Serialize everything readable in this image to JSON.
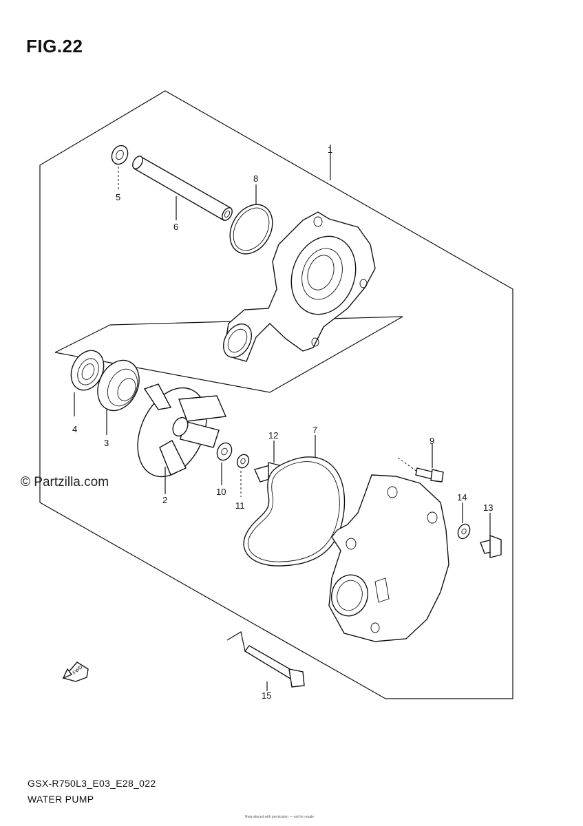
{
  "figure": {
    "title": "FIG.22",
    "code": "GSX-R750L3_E03_E28_022",
    "name": "WATER PUMP",
    "copyright": "Reproduced with permission — not for resale"
  },
  "watermark": "© Partzilla.com",
  "fwd_label": "FWD",
  "callouts": [
    {
      "id": "1",
      "label": "1"
    },
    {
      "id": "2",
      "label": "2"
    },
    {
      "id": "3",
      "label": "3"
    },
    {
      "id": "4",
      "label": "4"
    },
    {
      "id": "5",
      "label": "5"
    },
    {
      "id": "6",
      "label": "6"
    },
    {
      "id": "7",
      "label": "7"
    },
    {
      "id": "8",
      "label": "8"
    },
    {
      "id": "9",
      "label": "9"
    },
    {
      "id": "10",
      "label": "10"
    },
    {
      "id": "11",
      "label": "11"
    },
    {
      "id": "12",
      "label": "12"
    },
    {
      "id": "13",
      "label": "13"
    },
    {
      "id": "14",
      "label": "14"
    },
    {
      "id": "15",
      "label": "15"
    }
  ]
}
